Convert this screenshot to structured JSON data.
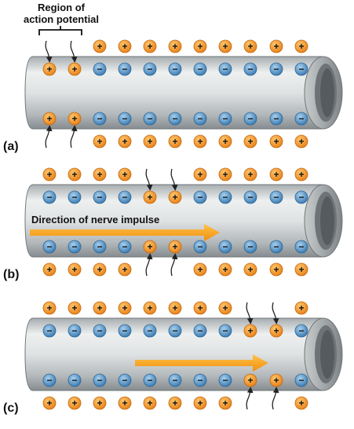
{
  "top_label_line1": "Region of",
  "top_label_line2": "action potential",
  "impulse_label": "Direction of nerve impulse",
  "panel_labels": [
    "(a)",
    "(b)",
    "(c)"
  ],
  "symbols": {
    "positive": "+",
    "negative": "−"
  },
  "colors": {
    "positive_fill": "#f0901c",
    "negative_fill": "#4f8ec2",
    "arrow": "#f5a31a",
    "axon_light": "#e3e6e7",
    "axon_dark": "#8e9497"
  },
  "panels": [
    {
      "label": "(a)",
      "ap_positions": [
        0,
        1
      ]
    },
    {
      "label": "(b)",
      "ap_positions": [
        4,
        5
      ]
    },
    {
      "label": "(c)",
      "ap_positions": [
        8,
        9
      ]
    }
  ]
}
